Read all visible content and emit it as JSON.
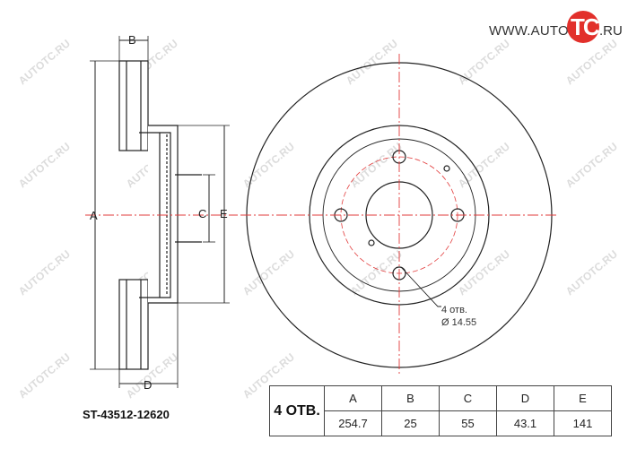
{
  "logo": {
    "prefix": "WWW.AUTO",
    "mark": "TC",
    "suffix": ".RU"
  },
  "watermark": "AUTOTC.RU",
  "side_view": {
    "labels": {
      "a": "A",
      "b": "B",
      "c": "C",
      "d": "D",
      "e": "E"
    }
  },
  "front_view": {
    "hole_note_line1": "4 отв.",
    "hole_note_line2": "Ø 14.55"
  },
  "part_number": "ST-43512-12620",
  "spec_table": {
    "holes_label": "4 ОТВ.",
    "headers": [
      "A",
      "B",
      "C",
      "D",
      "E"
    ],
    "values": [
      "254.7",
      "25",
      "55",
      "43.1",
      "141"
    ]
  },
  "colors": {
    "outline": "#222222",
    "center_line": "#e23b3b",
    "logo_accent": "#e2302b",
    "watermark": "#d8d8d8"
  }
}
